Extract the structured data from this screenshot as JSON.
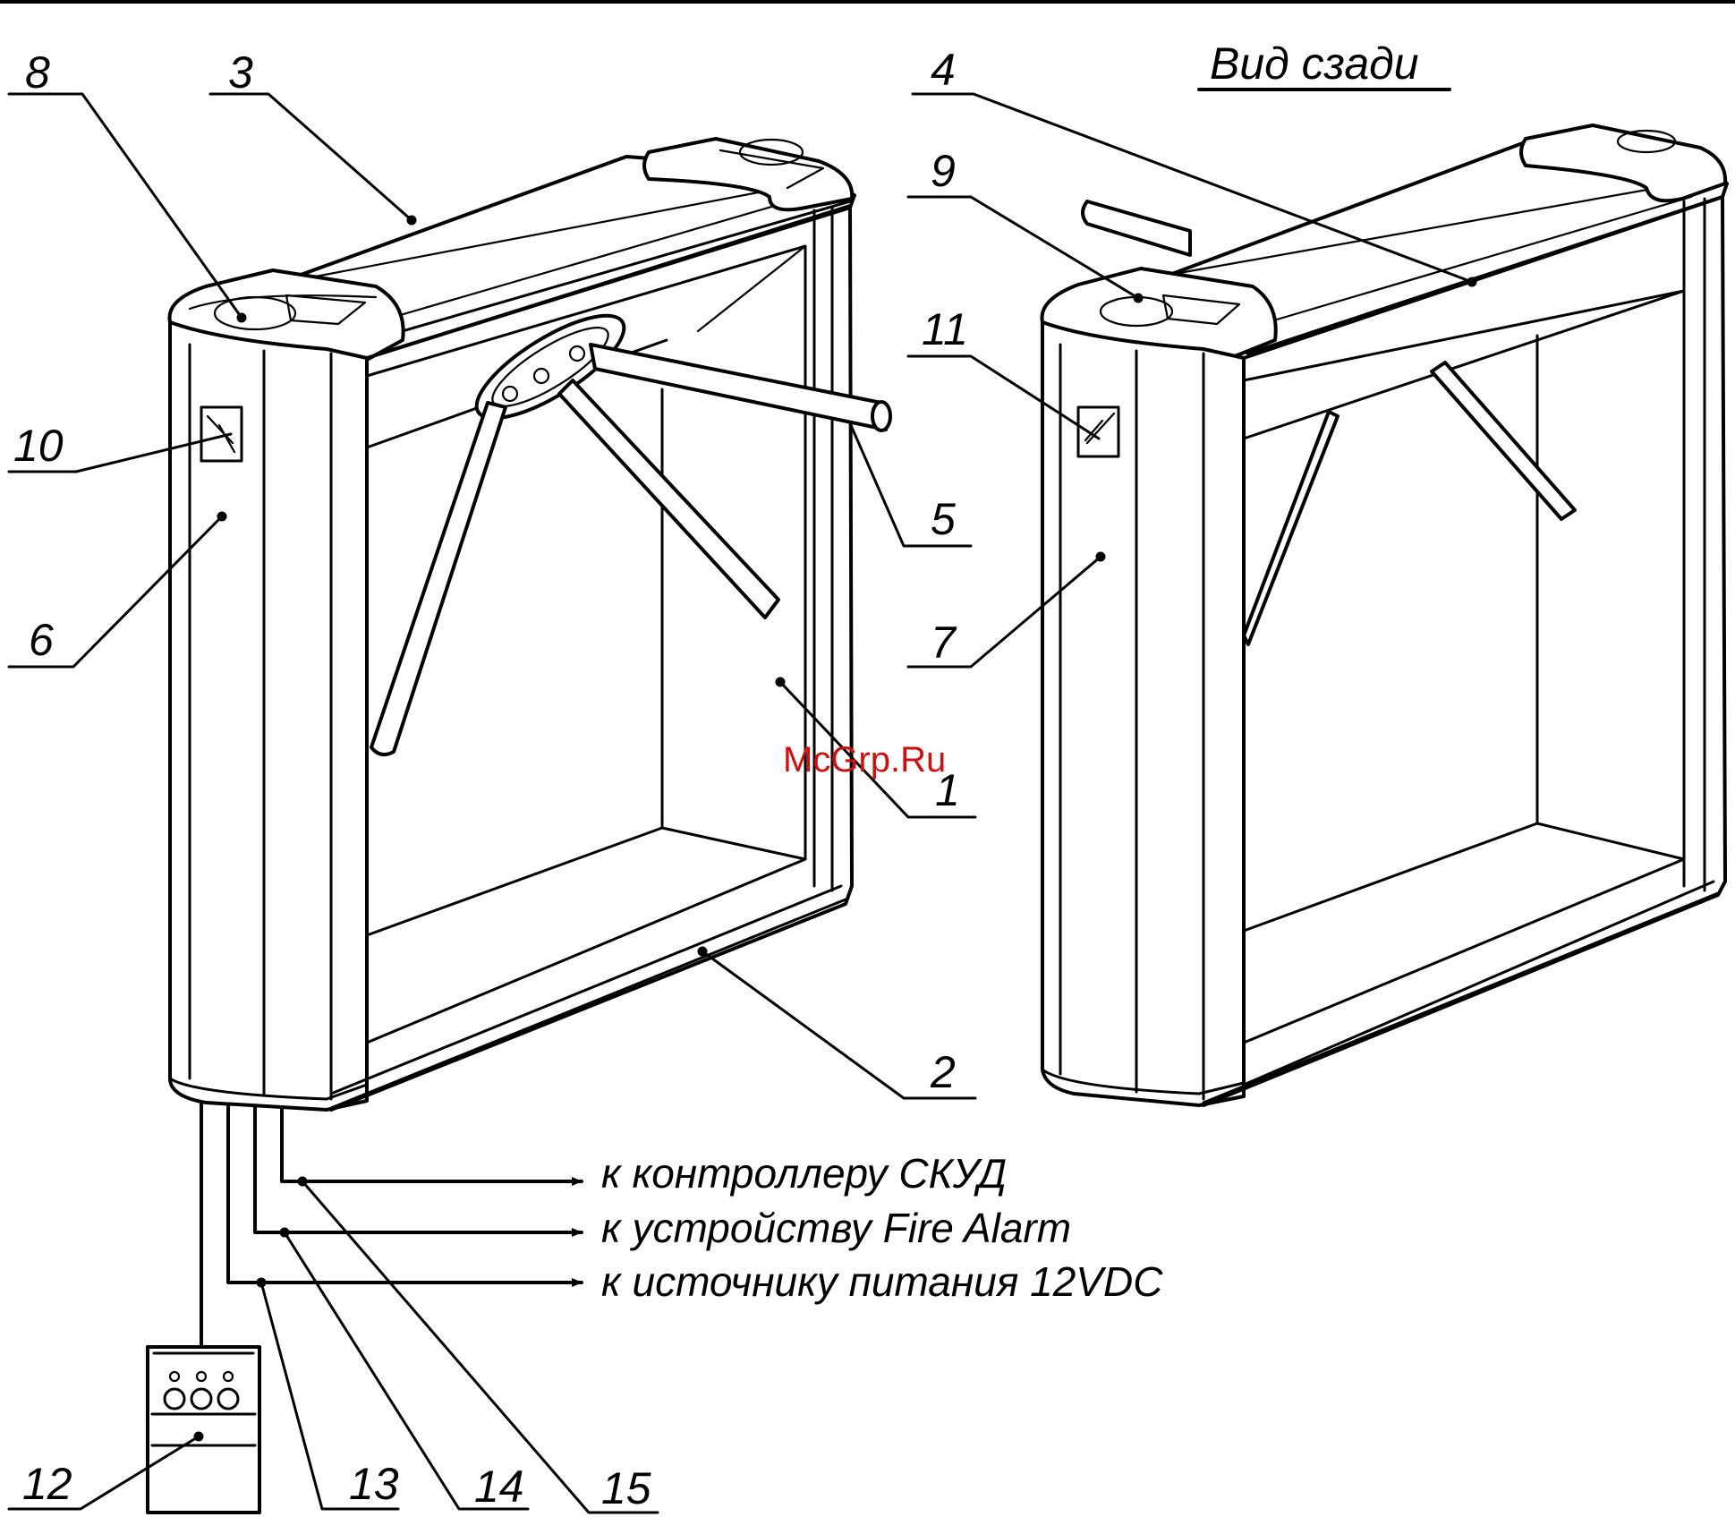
{
  "title": "Вид сзади",
  "watermark": "McGrp.Ru",
  "callouts": [
    "1",
    "2",
    "3",
    "4",
    "5",
    "6",
    "7",
    "8",
    "9",
    "10",
    "11",
    "12",
    "13",
    "14",
    "15"
  ],
  "cables": {
    "to_acs_controller": "к контроллеру СКУД",
    "to_fire_alarm": "к устройству Fire Alarm",
    "to_power_supply": "к источнику питания 12VDC"
  }
}
